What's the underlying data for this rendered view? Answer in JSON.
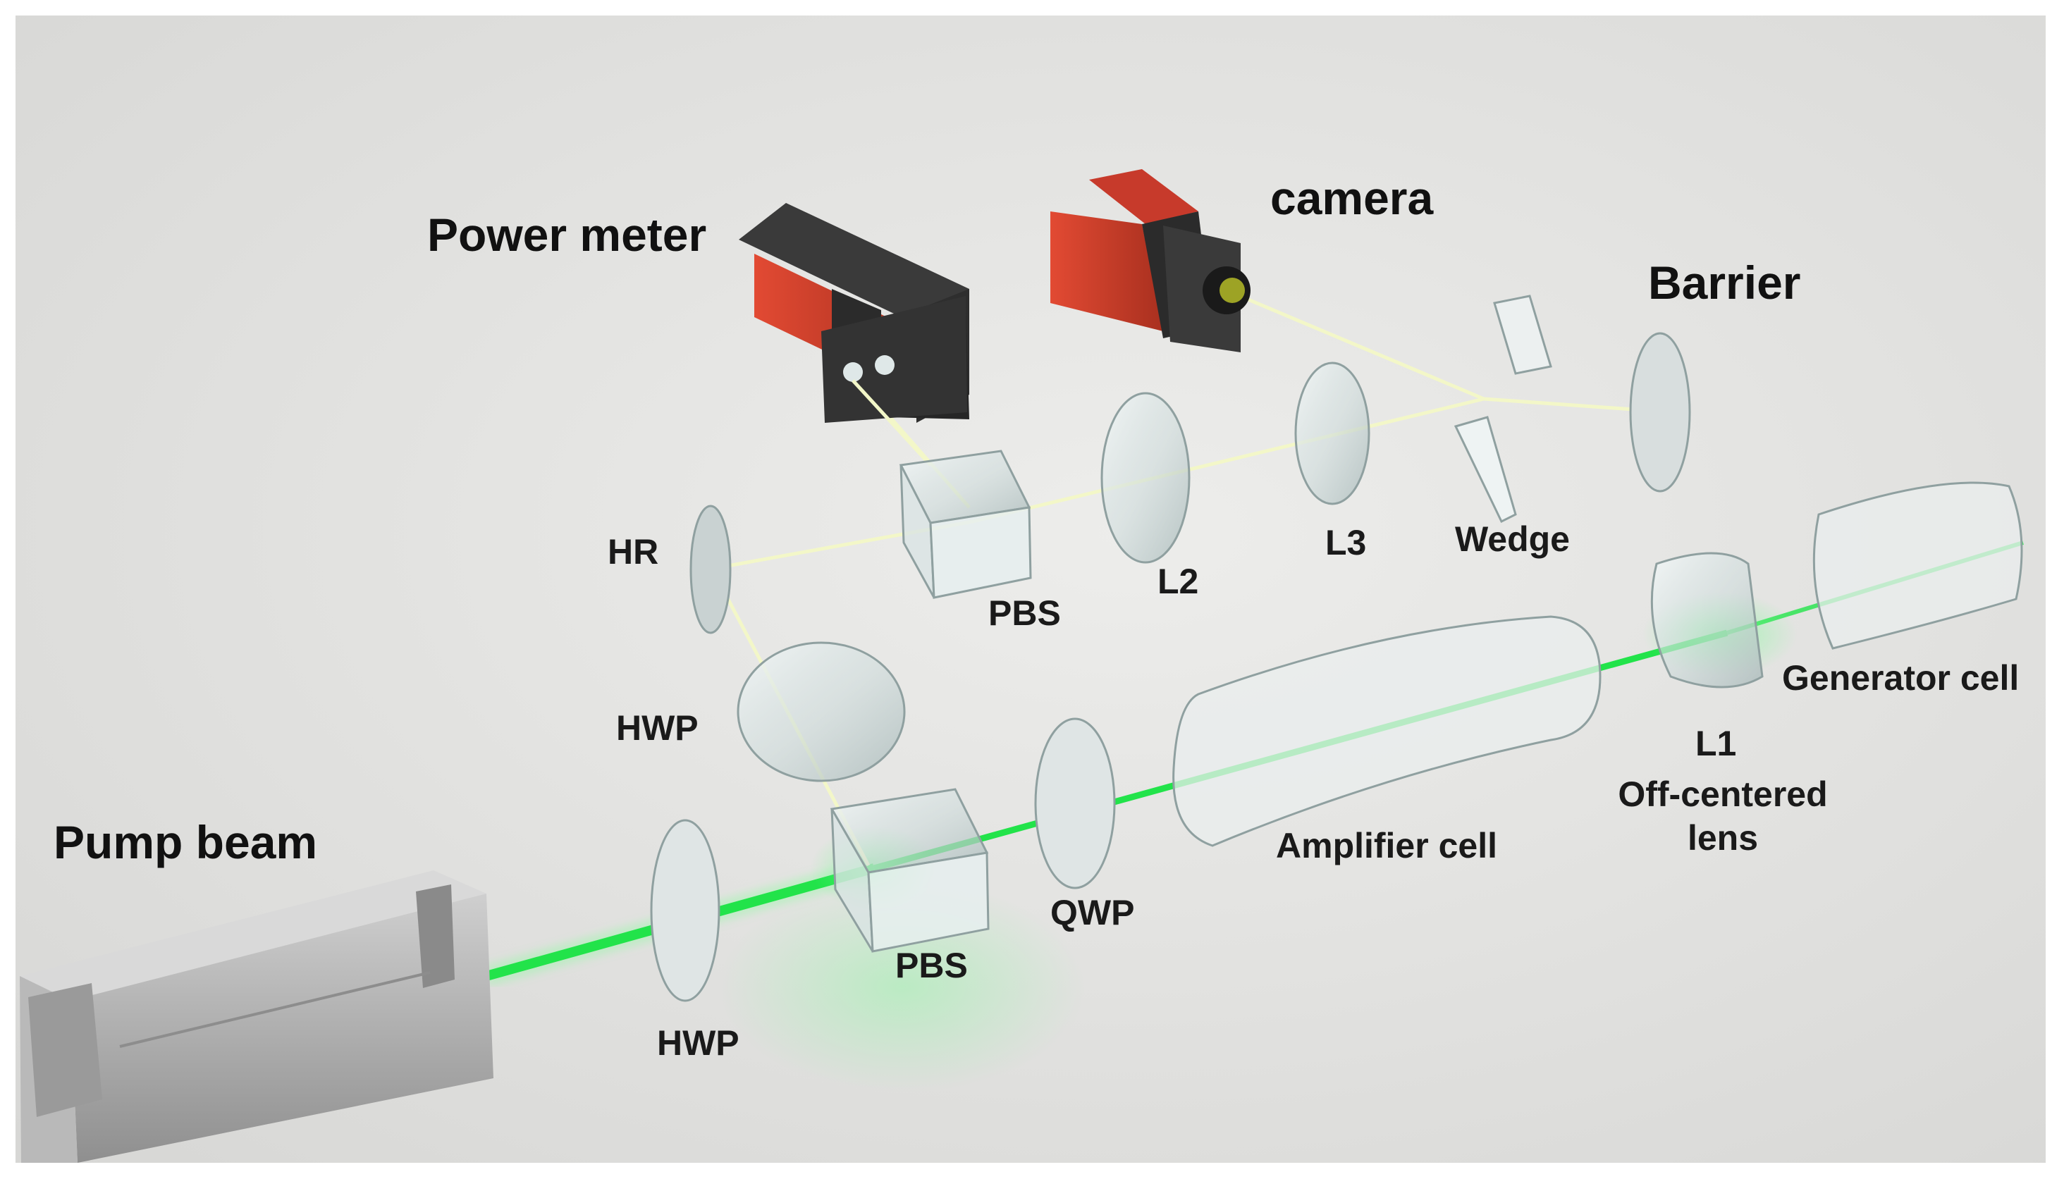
{
  "labels": {
    "power_meter": "Power meter",
    "camera": "camera",
    "barrier": "Barrier",
    "hr": "HR",
    "pbs_upper": "PBS",
    "l2": "L2",
    "l3": "L3",
    "wedge": "Wedge",
    "hwp_upper": "HWP",
    "generator_cell": "Generator cell",
    "l1": "L1",
    "off_centered_line1": "Off-centered",
    "off_centered_line2": "lens",
    "amplifier_cell": "Amplifier cell",
    "pump_beam": "Pump beam",
    "qwp": "QWP",
    "pbs_lower": "PBS",
    "hwp_lower": "HWP"
  },
  "colors": {
    "pump_beam": "#22e34a",
    "signal_beam": "#f3f7c8",
    "power_meter_body": "#c8412e",
    "camera_body": "#d93a2c",
    "background": "#e4e4e2"
  }
}
